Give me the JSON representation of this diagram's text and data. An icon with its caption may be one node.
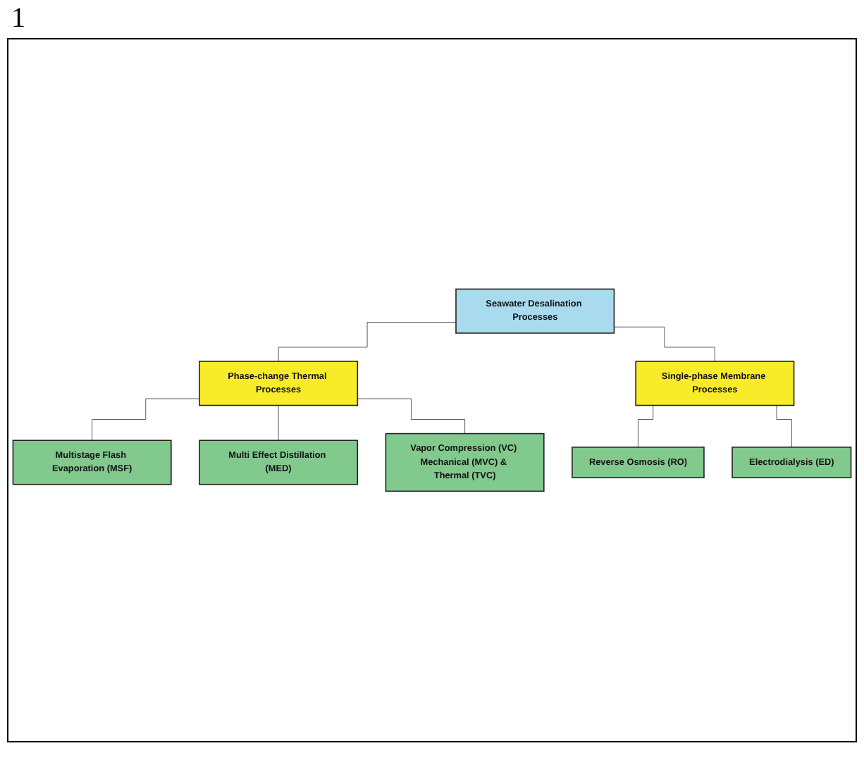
{
  "diagram": {
    "nodes": [
      {
        "text": [
          "Seawater Desalination Processes"
        ]
      },
      {
        "text": [
          "Phase-change Thermal Processes"
        ]
      },
      {
        "text": [
          "Single-phase Membrane Processes"
        ]
      },
      {
        "text": [
          "Multistage Flash Evaporation (MSF)"
        ]
      },
      {
        "text": [
          "Multi Effect Distillation (MED)"
        ]
      },
      {
        "text": [
          "Vapor Compression (VC) Mechanical (MVC) & Thermal (TVC)"
        ]
      },
      {
        "text": [
          "Reverse Osmosis (RO)"
        ]
      },
      {
        "text": [
          "Electrodialysis (ED)"
        ]
      }
    ],
    "edges": [
      {
        "from": 0,
        "to": 1,
        "arrow": "none"
      },
      {
        "from": 0,
        "to": 2,
        "arrow": "none"
      },
      {
        "from": 1,
        "to": 3,
        "arrow": "none"
      },
      {
        "from": 1,
        "to": 4,
        "arrow": "none"
      },
      {
        "from": 1,
        "to": 5,
        "arrow": "none"
      },
      {
        "from": 2,
        "to": 6,
        "arrow": "none"
      },
      {
        "from": 2,
        "to": 7,
        "arrow": "none"
      }
    ],
    "labels": [
      "1"
    ]
  }
}
